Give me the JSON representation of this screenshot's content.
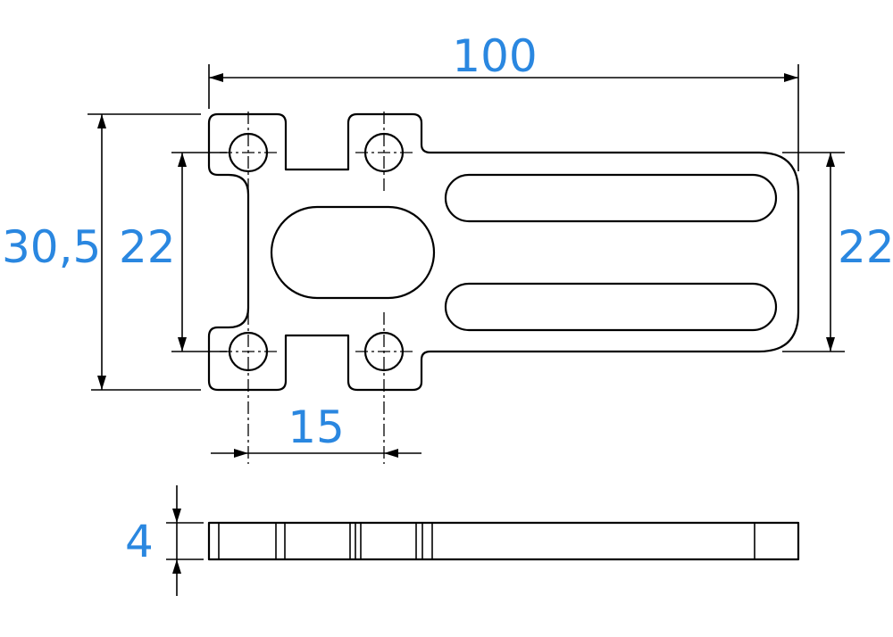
{
  "dimensions": {
    "overall_length": "100",
    "overall_height": "30,5",
    "hole_spacing_vertical": "22",
    "end_width": "22",
    "hole_spacing_horizontal": "15",
    "thickness": "4"
  },
  "colors": {
    "dimension_text": "#2a87e0",
    "lines": "#000000",
    "background": "#ffffff"
  }
}
